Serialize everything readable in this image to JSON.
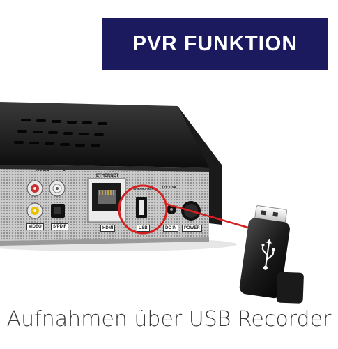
{
  "banner": {
    "title": "PVR FUNKTION"
  },
  "caption": {
    "text": "Aufnahmen über USB Recorder"
  },
  "receiver_labels": {
    "audio": "AUDIO",
    "audio_left": "L",
    "ethernet": "ETHERNET",
    "usb_rating": "5V 500mA MAX",
    "dc_rating": "12V 1.5A",
    "video": "VIDEO",
    "spdif": "S/PDIF",
    "hdmi": "HDMI",
    "usb": "USB",
    "dc_in": "DC IN",
    "power": "POWER"
  },
  "colors": {
    "banner_bg": "#1b1a5e",
    "highlight_ring": "#d62020",
    "device_body": "#111111",
    "rear_panel": "#bdbdbd"
  },
  "icons": [
    "usb-symbol-icon"
  ]
}
